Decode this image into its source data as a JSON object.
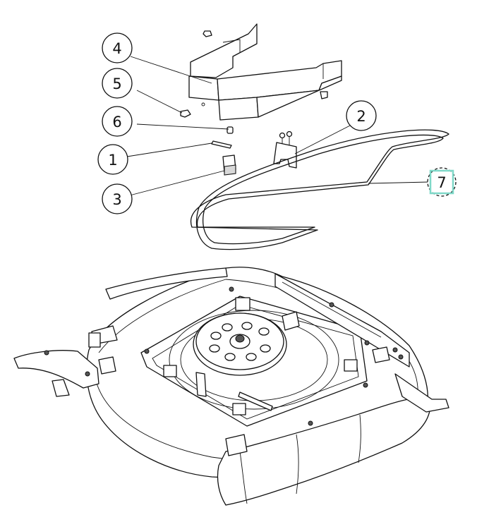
{
  "diagram": {
    "callouts": [
      {
        "id": "4",
        "label": "4"
      },
      {
        "id": "5",
        "label": "5"
      },
      {
        "id": "6",
        "label": "6"
      },
      {
        "id": "1",
        "label": "1"
      },
      {
        "id": "3",
        "label": "3"
      },
      {
        "id": "2",
        "label": "2"
      },
      {
        "id": "7",
        "label": "7",
        "highlighted": true
      }
    ],
    "colors": {
      "line": "#111111",
      "highlight": "#7fd8c8",
      "background": "#ffffff"
    }
  }
}
